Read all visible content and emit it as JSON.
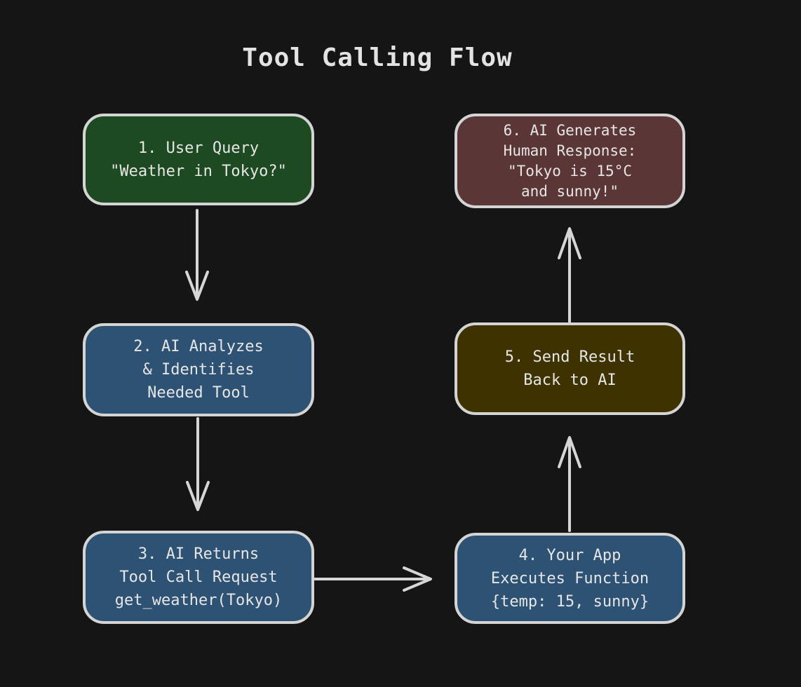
{
  "title": "Tool Calling Flow",
  "colors": {
    "background": "#151515",
    "node_border": "#d4d4d4",
    "text": "#e6e6e6",
    "arrow": "#d6d6d6",
    "green_fill": "#1d4a20",
    "blue_fill": "#2d5273",
    "olive_fill": "#3e3200",
    "maroon_fill": "#5b3636"
  },
  "nodes": [
    {
      "id": "step1",
      "fill": "#1d4a20",
      "lines": [
        "1. User Query",
        "\"Weather in Tokyo?\""
      ]
    },
    {
      "id": "step2",
      "fill": "#2d5273",
      "lines": [
        "2. AI Analyzes",
        "& Identifies",
        "Needed Tool"
      ]
    },
    {
      "id": "step3",
      "fill": "#2d5273",
      "lines": [
        "3. AI Returns",
        "Tool Call Request",
        "get_weather(Tokyo)"
      ]
    },
    {
      "id": "step4",
      "fill": "#2d5273",
      "lines": [
        "4. Your App",
        "Executes Function",
        "{temp: 15, sunny}"
      ]
    },
    {
      "id": "step5",
      "fill": "#3e3200",
      "lines": [
        "5. Send Result",
        "Back to AI"
      ]
    },
    {
      "id": "step6",
      "fill": "#5b3636",
      "lines": [
        "6. AI Generates",
        "Human Response:",
        "\"Tokyo is 15°C",
        "and sunny!\""
      ]
    }
  ],
  "edges": [
    {
      "from": "step1",
      "to": "step2",
      "direction": "down"
    },
    {
      "from": "step2",
      "to": "step3",
      "direction": "down"
    },
    {
      "from": "step3",
      "to": "step4",
      "direction": "right"
    },
    {
      "from": "step4",
      "to": "step5",
      "direction": "up"
    },
    {
      "from": "step5",
      "to": "step6",
      "direction": "up"
    }
  ]
}
